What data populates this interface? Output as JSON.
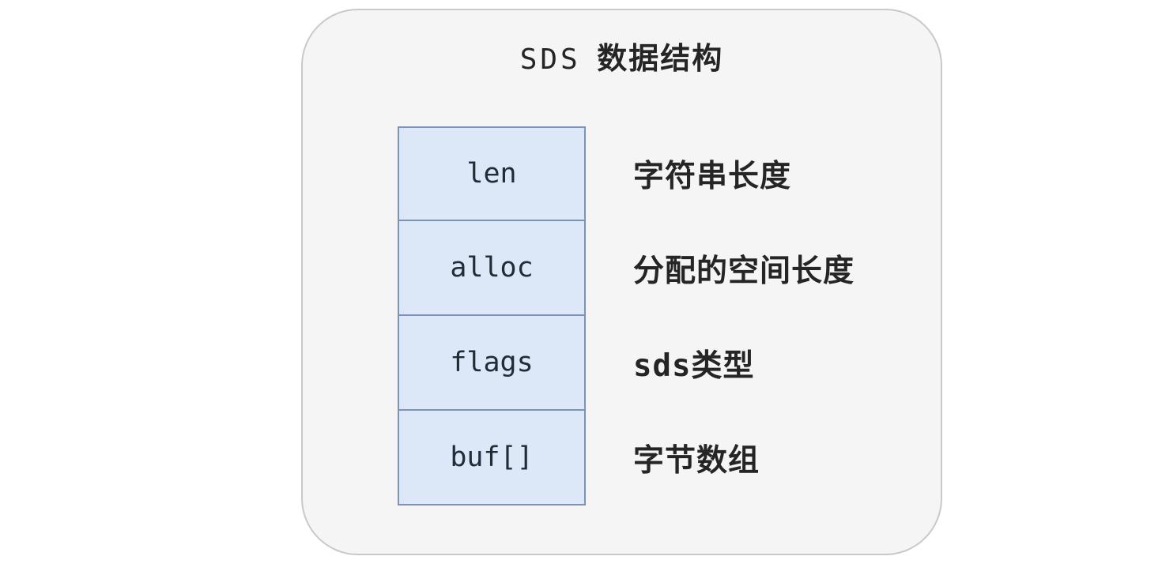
{
  "diagram": {
    "title": {
      "code": "SDS",
      "text": "数据结构"
    },
    "rows": [
      {
        "field": "len",
        "description": "字符串长度"
      },
      {
        "field": "alloc",
        "description": "分配的空间长度"
      },
      {
        "field": "flags",
        "description": "sds类型"
      },
      {
        "field": "buf[]",
        "description": "字节数组"
      }
    ],
    "colors": {
      "container_bg": "#f5f5f6",
      "container_border": "#c9c9c9",
      "cell_bg": "#dce7f8",
      "cell_border": "#7b93b7",
      "text": "#252525"
    }
  }
}
